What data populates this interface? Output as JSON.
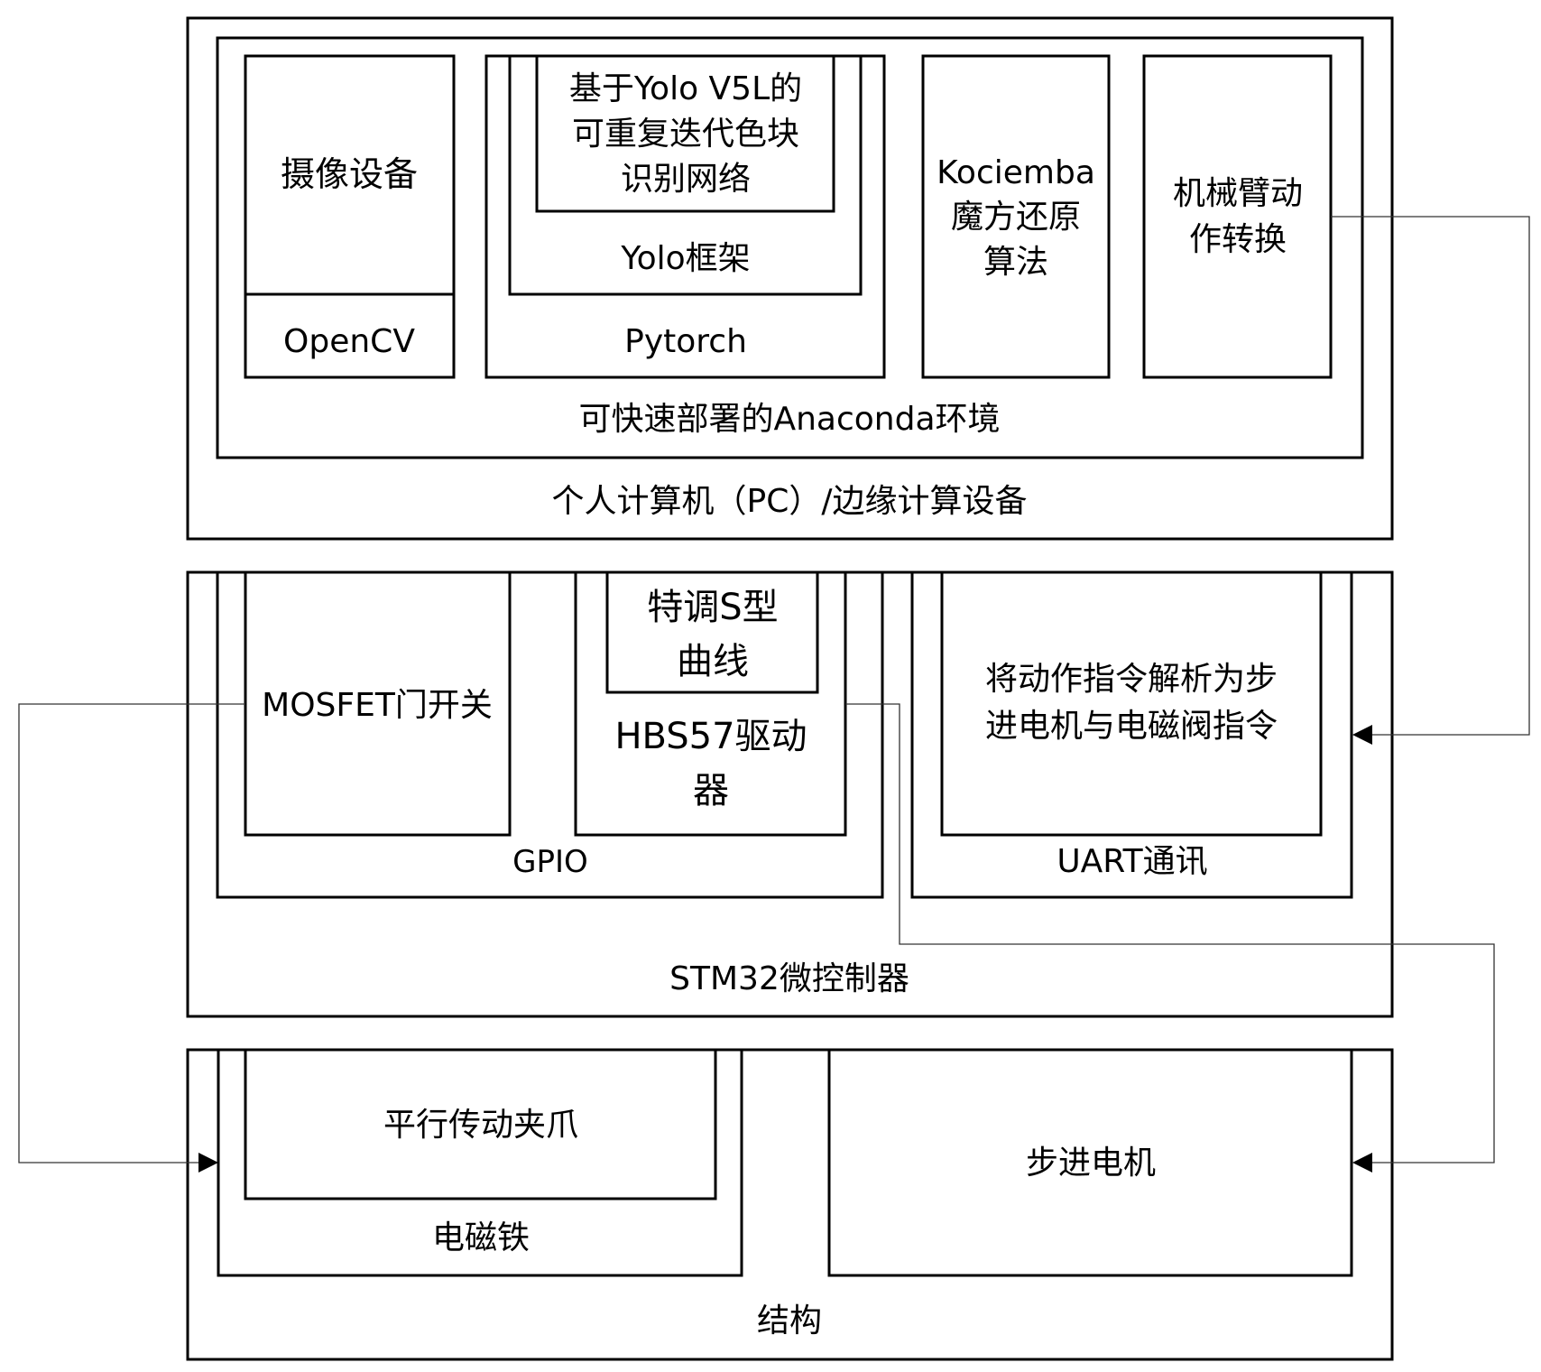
{
  "pc": {
    "label": "个人计算机（PC）/边缘计算设备",
    "env": {
      "label": "可快速部署的Anaconda环境",
      "camera": {
        "label": "摄像设备",
        "lib": "OpenCV"
      },
      "pytorch": {
        "label": "Pytorch",
        "yolo": {
          "label": "Yolo框架",
          "network": {
            "lines": [
              "基于Yolo V5L的",
              "可重复迭代色块",
              "识别网络"
            ]
          }
        }
      },
      "kociemba": {
        "lines": [
          "Kociemba",
          "魔方还原",
          "算法"
        ]
      },
      "arm": {
        "lines": [
          "机械臂动",
          "作转换"
        ]
      }
    }
  },
  "stm32": {
    "label": "STM32微控制器",
    "gpio": {
      "label": "GPIO",
      "mosfet": {
        "label": "MOSFET门开关"
      },
      "driver": {
        "lines": [
          "HBS57驱动",
          "器"
        ],
        "scurve": {
          "lines": [
            "特调S型",
            "曲线"
          ]
        }
      }
    },
    "uart": {
      "label": "UART通讯",
      "parser": {
        "lines": [
          "将动作指令解析为步",
          "进电机与电磁阀指令"
        ]
      }
    }
  },
  "structure": {
    "label": "结构",
    "magnet": {
      "label": "电磁铁",
      "gripper": {
        "label": "平行传动夹爪"
      }
    },
    "stepper": {
      "label": "步进电机"
    }
  },
  "connectors": [
    {
      "from": "机械臂动作转换",
      "to": "UART通讯"
    },
    {
      "from": "MOSFET门开关",
      "to": "电磁铁"
    },
    {
      "from": "HBS57驱动器",
      "to": "步进电机"
    }
  ]
}
